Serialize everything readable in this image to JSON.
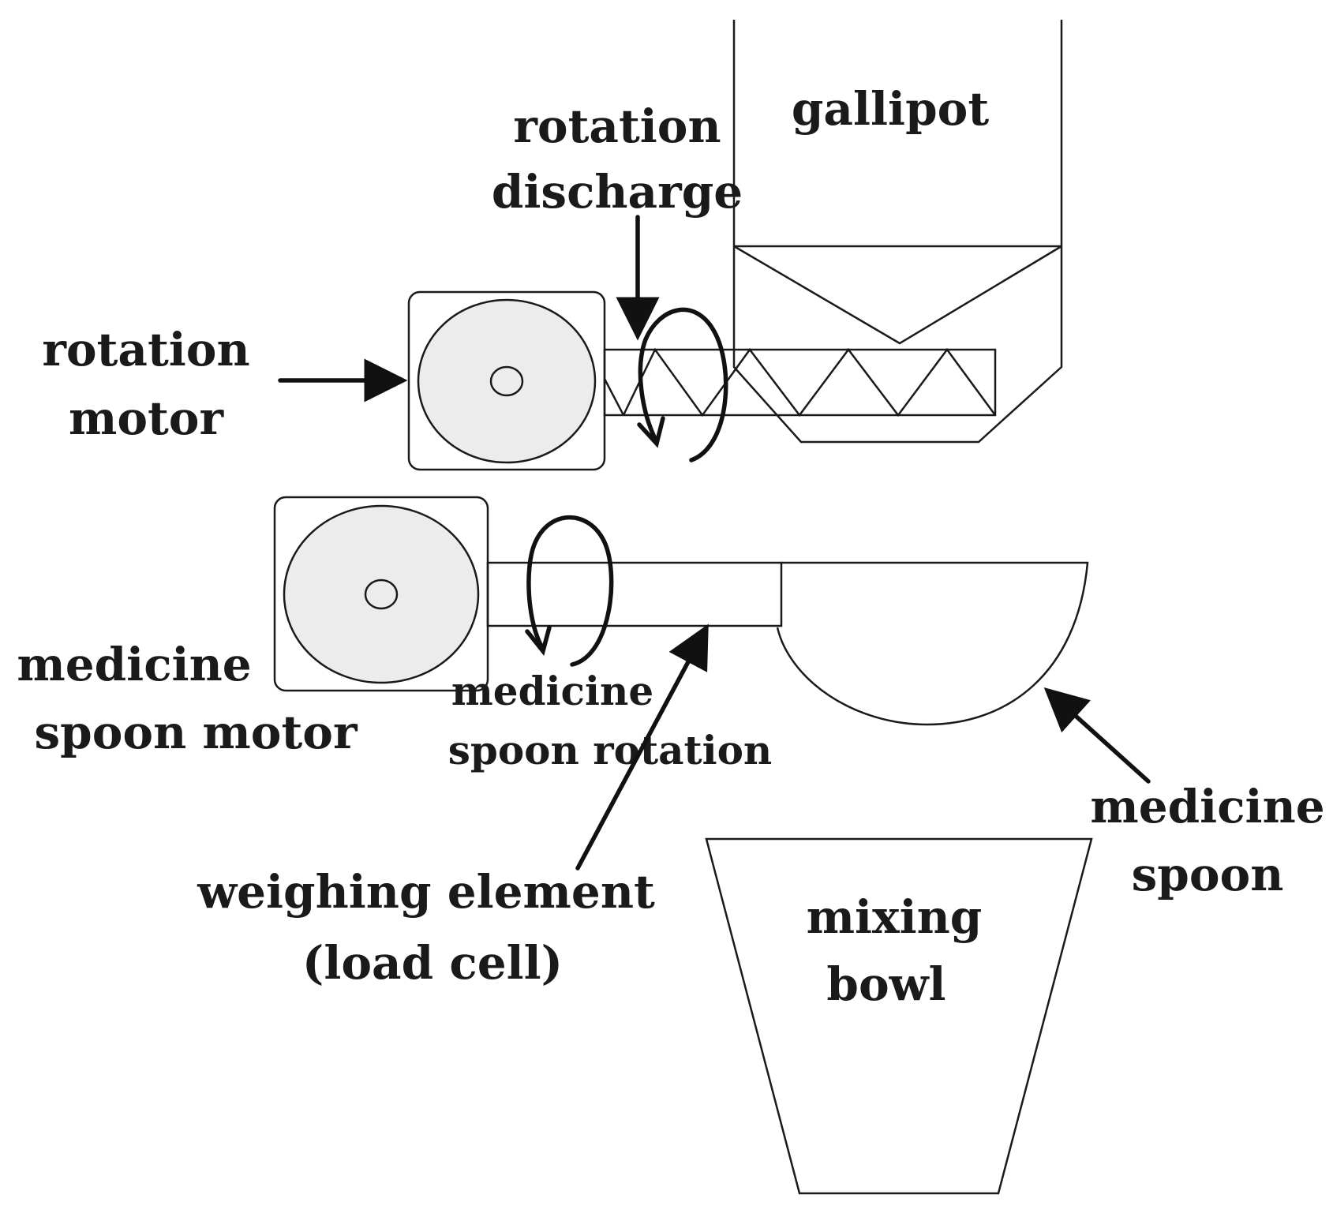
{
  "labels": {
    "gallipot": "gallipot",
    "rotation_discharge_line1": "rotation",
    "rotation_discharge_line2": "discharge",
    "rotation_motor_line1": "rotation",
    "rotation_motor_line2": "motor",
    "spoon_motor_line1": "medicine",
    "spoon_motor_line2": "spoon motor",
    "spoon_rotation_line1": "medicine",
    "spoon_rotation_line2": "spoon rotation",
    "weighing_line1": "weighing element",
    "weighing_line2": "(load cell)",
    "medicine_spoon_line1": "medicine",
    "medicine_spoon_line2": "spoon",
    "mixing_bowl_line1": "mixing",
    "mixing_bowl_line2": "bowl"
  },
  "colors": {
    "stroke": "#1a1a1a",
    "motor_fill": "#ececec",
    "background": "#ffffff"
  }
}
